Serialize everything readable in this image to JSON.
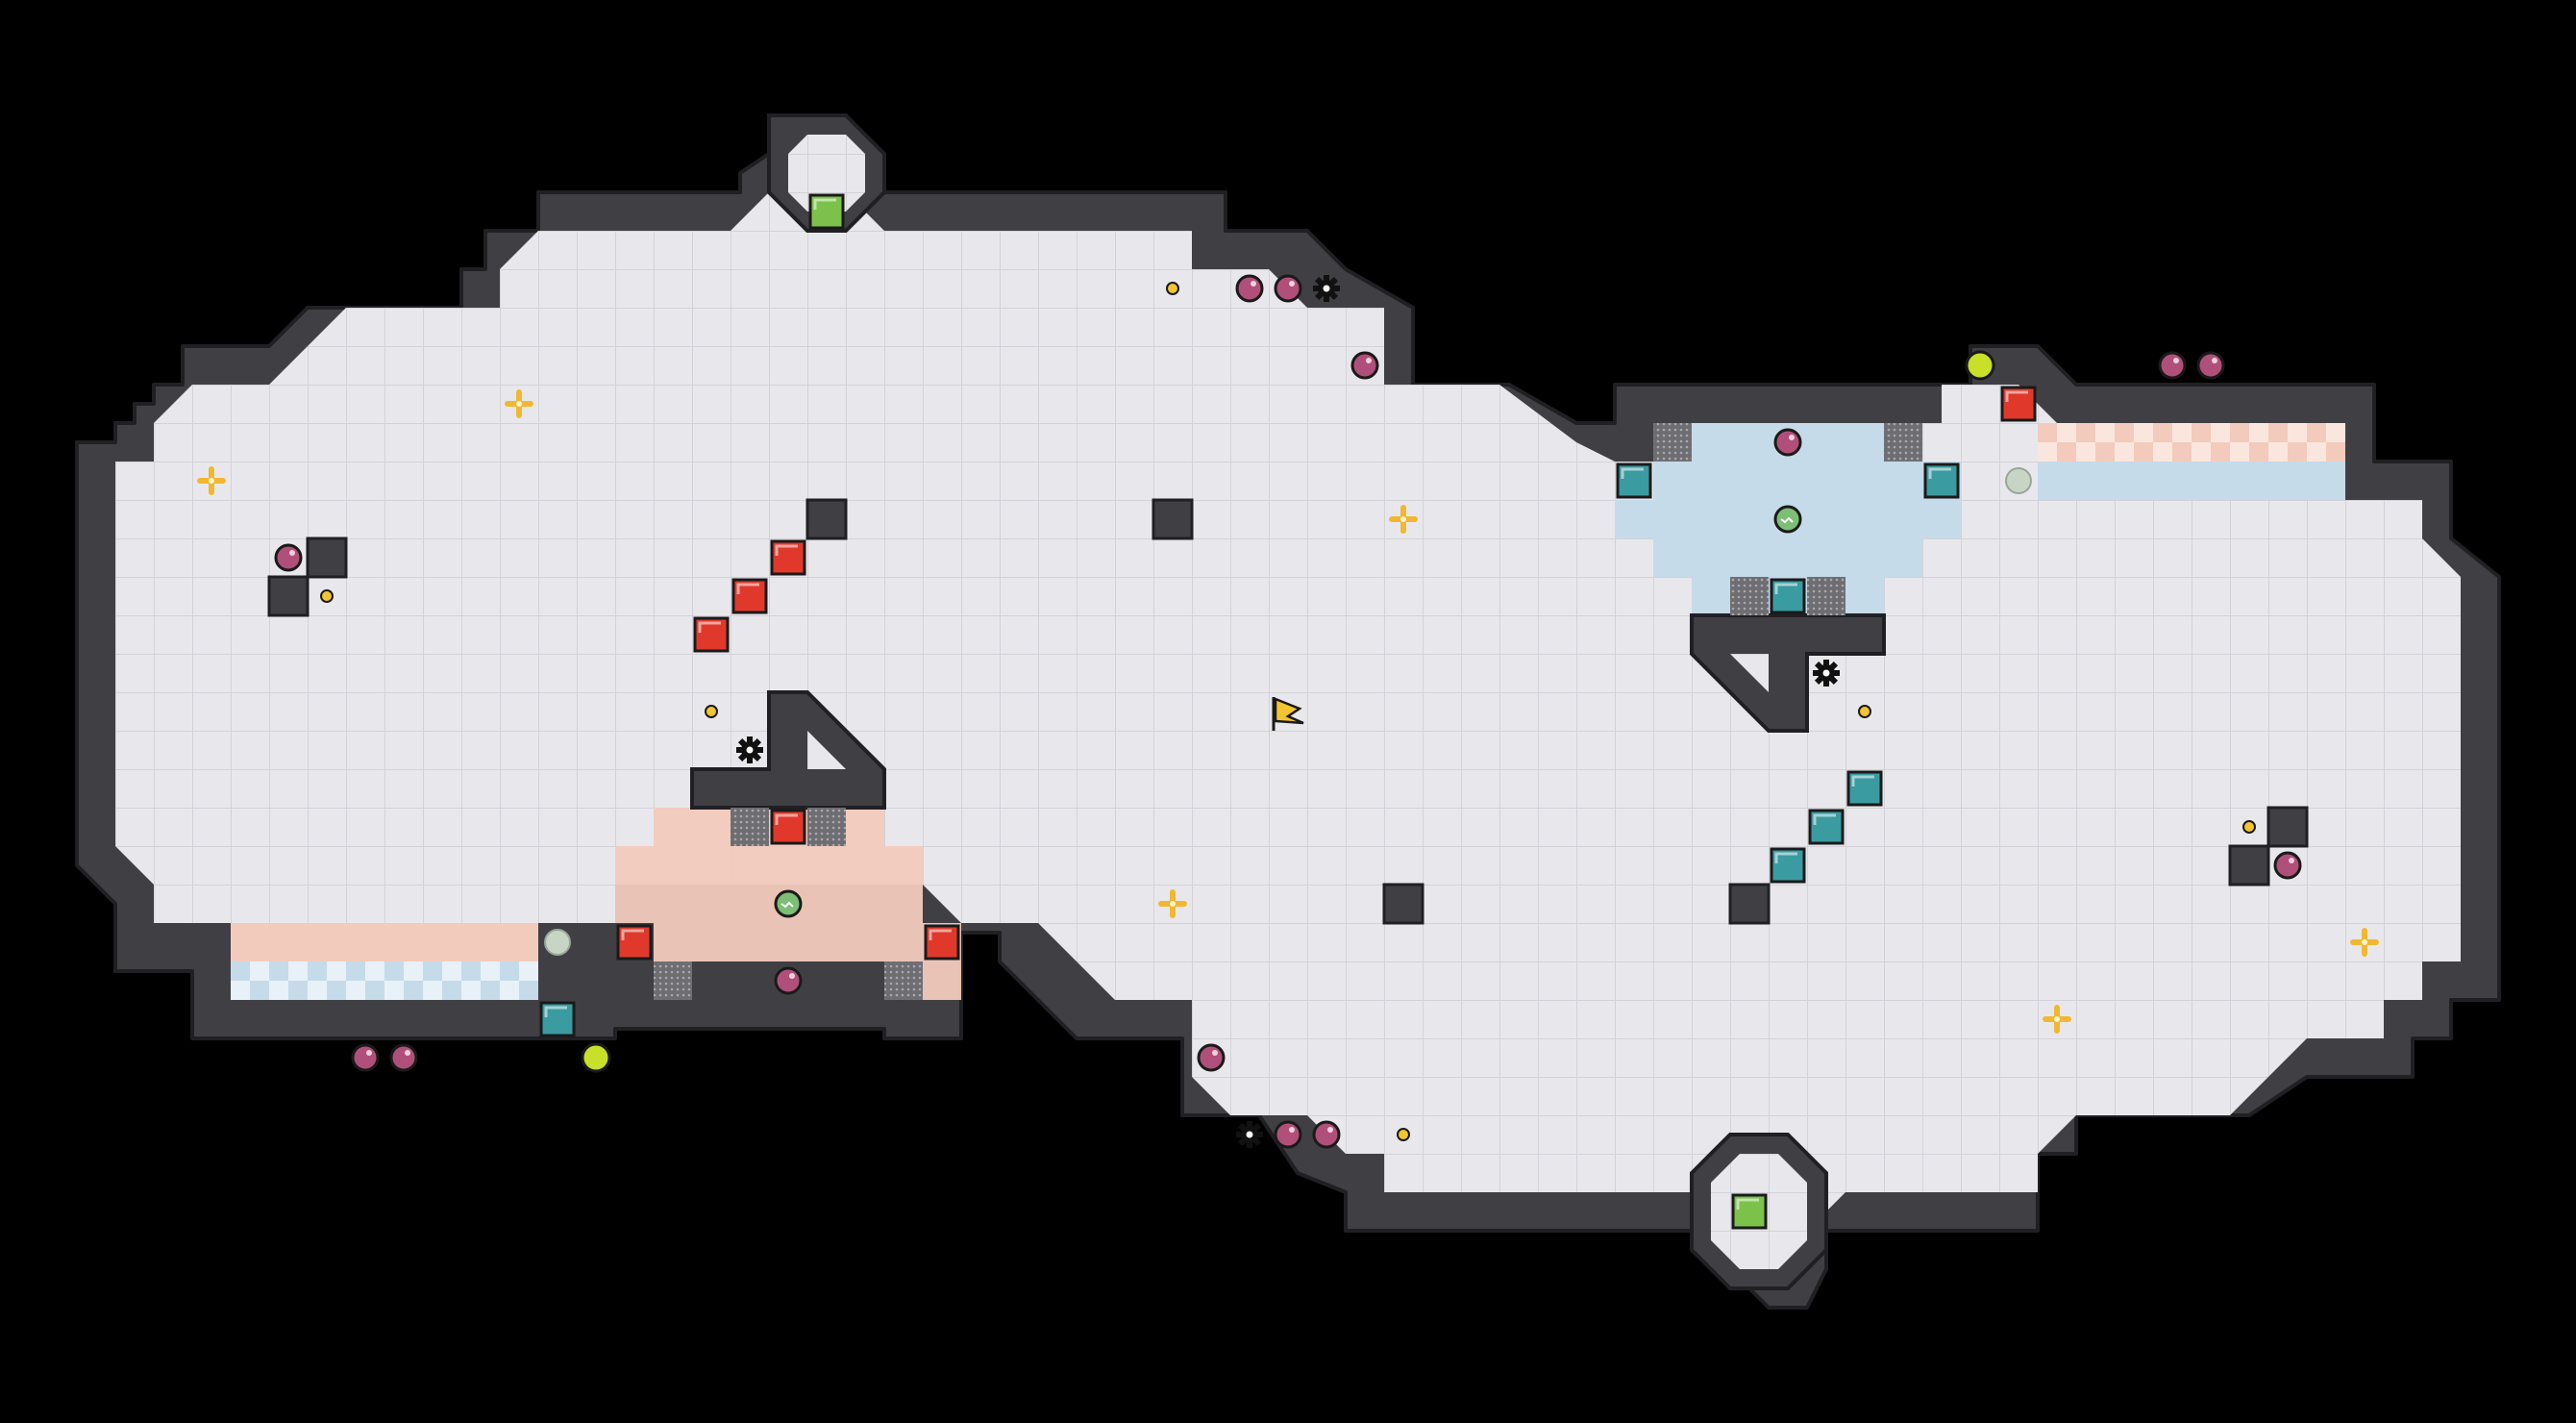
{
  "board": {
    "background": "#000000",
    "floor_fill": "#e8e8ec",
    "floor_grid_line": "#d2d2d8",
    "wall_color": "#404044",
    "wall_outline": "#202024",
    "grid_columns": 67,
    "grid_rows": 37
  },
  "zones": {
    "warm_zone_color": "#f2cbbd",
    "cool_zone_color": "#c5dbe9"
  },
  "pieces": {
    "red_block": {
      "name": "red-block",
      "color": "#e0392c"
    },
    "teal_block": {
      "name": "teal-block",
      "color": "#3a9ba0"
    },
    "green_goal": {
      "name": "green-goal",
      "color": "#7cc24a"
    },
    "plum_orb": {
      "name": "plum-orb",
      "color": "#b0507a"
    },
    "yellow_dot": {
      "name": "yellow-dot",
      "color": "#f2c431"
    },
    "gear_hazard": {
      "name": "gear-icon",
      "color": "#111111"
    },
    "plus_pickup": {
      "name": "plus-icon",
      "color": "#f2b731"
    },
    "lime_button": {
      "name": "lime-button",
      "color": "#c8e02a"
    },
    "green_switch": {
      "name": "green-switch",
      "color": "#7cbf74"
    },
    "grate_tile": {
      "name": "grate-tile",
      "color": "#8a8a8e"
    },
    "player_flag": {
      "name": "flag-icon",
      "color": "#f2c431"
    }
  }
}
